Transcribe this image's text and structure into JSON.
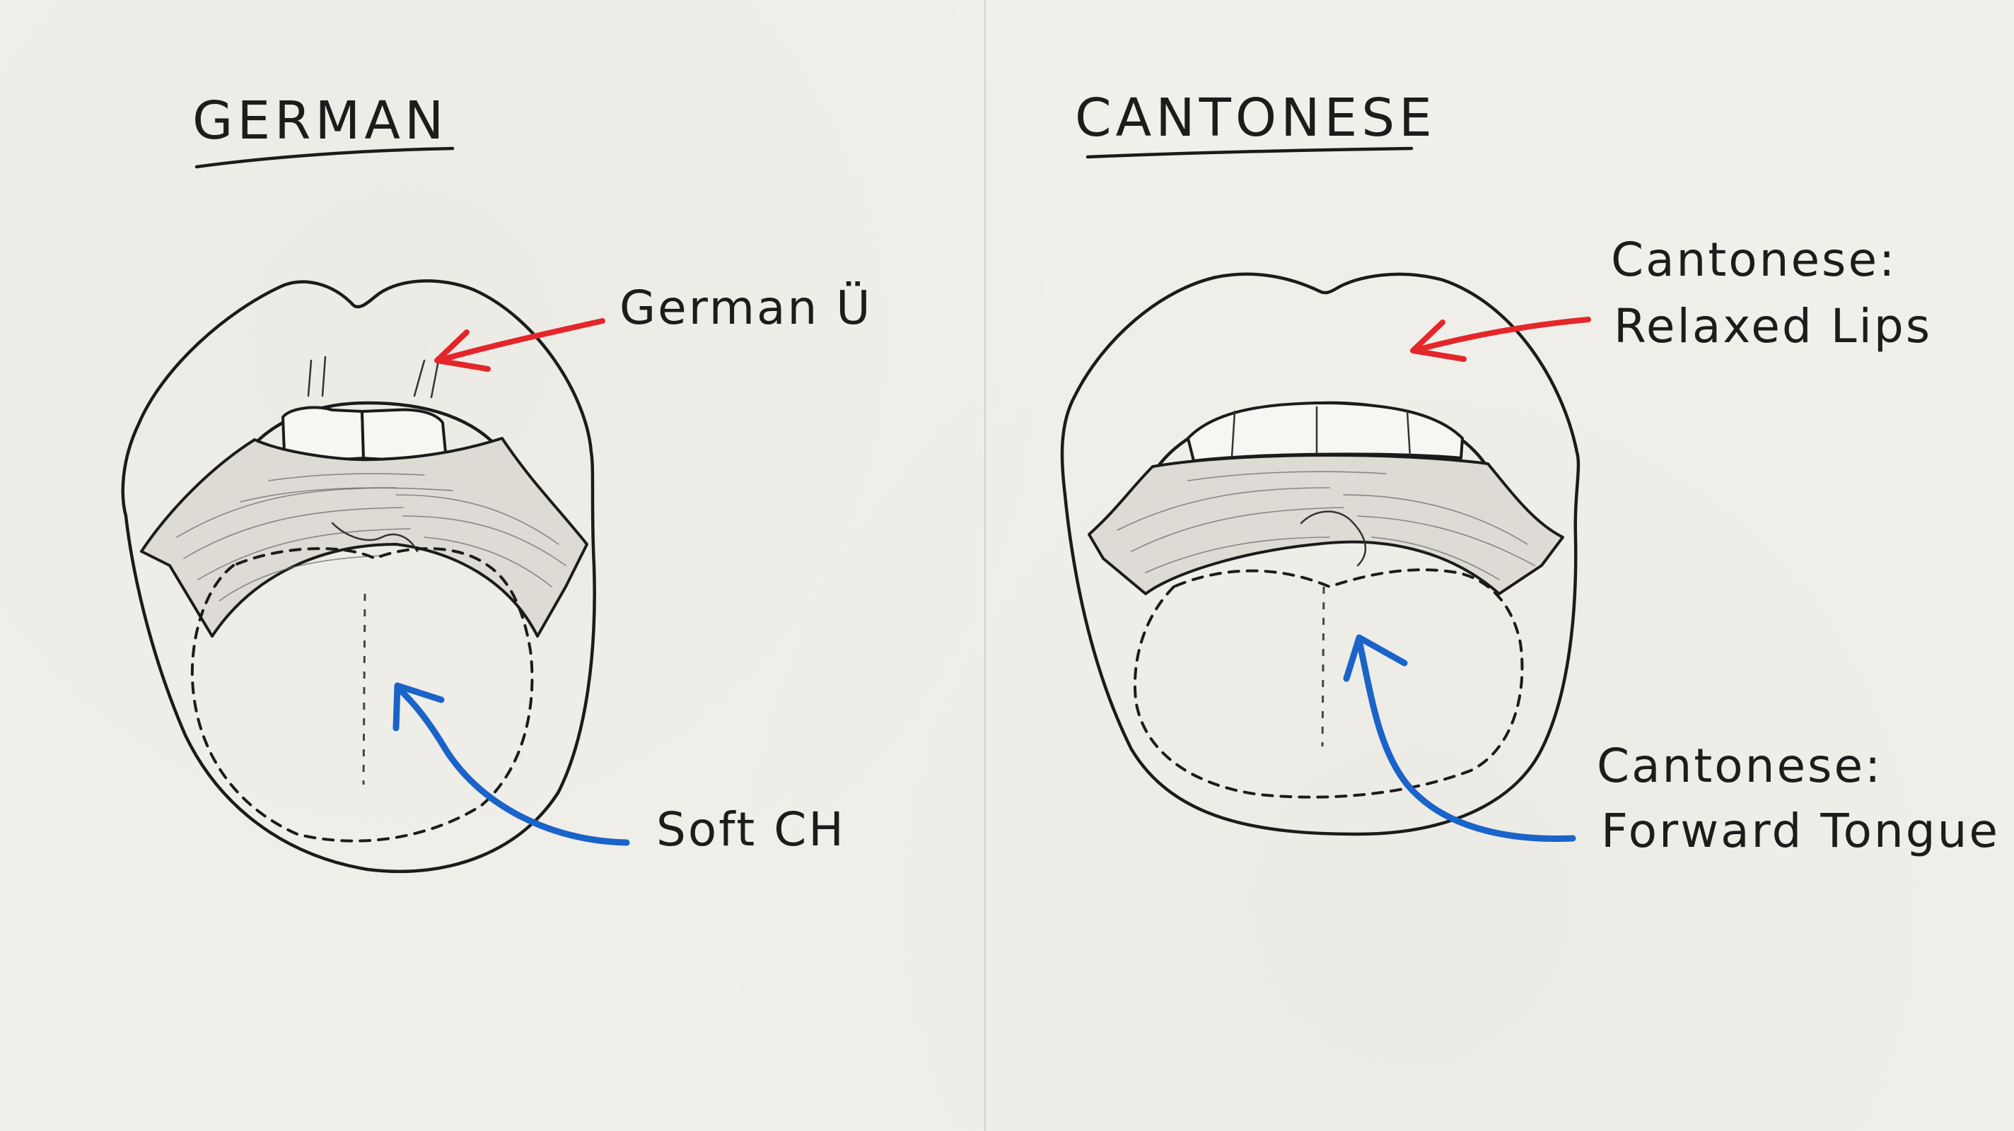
{
  "panels": [
    {
      "title": "GERMAN",
      "labels": {
        "top": [
          "German Ü"
        ],
        "bottom": [
          "Soft CH"
        ]
      }
    },
    {
      "title": "CANTONESE",
      "labels": {
        "top": [
          "Cantonese:",
          "Relaxed Lips"
        ],
        "bottom": [
          "Cantonese:",
          "Forward Tongue"
        ]
      }
    }
  ],
  "colors": {
    "paper": "#f1efe9",
    "ink": "#1b1b1b",
    "red_arrow": "#e4262a",
    "blue_arrow": "#1a63c9"
  }
}
